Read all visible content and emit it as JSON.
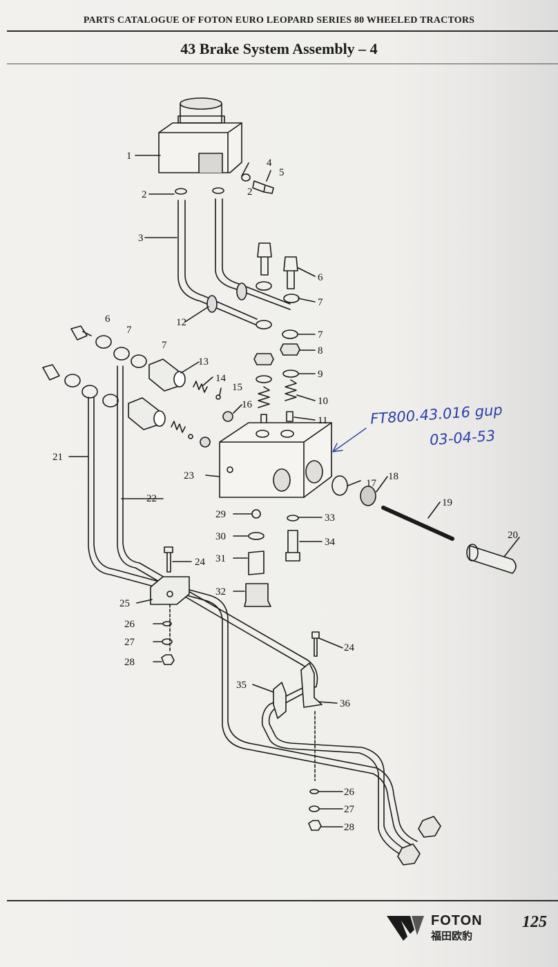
{
  "header": {
    "catalogue_title": "PARTS CATALOGUE OF FOTON EURO LEOPARD SERIES 80 WHEELED TRACTORS",
    "section_title": "43  Brake System Assembly – 4"
  },
  "callouts": [
    {
      "id": "c1",
      "label": "1"
    },
    {
      "id": "c2a",
      "label": "2"
    },
    {
      "id": "c2b",
      "label": "2"
    },
    {
      "id": "c3",
      "label": "3"
    },
    {
      "id": "c4",
      "label": "4"
    },
    {
      "id": "c5",
      "label": "5"
    },
    {
      "id": "c6a",
      "label": "6"
    },
    {
      "id": "c6b",
      "label": "6"
    },
    {
      "id": "c7a",
      "label": "7"
    },
    {
      "id": "c7b",
      "label": "7"
    },
    {
      "id": "c7c",
      "label": "7"
    },
    {
      "id": "c7d",
      "label": "7"
    },
    {
      "id": "c8",
      "label": "8"
    },
    {
      "id": "c9",
      "label": "9"
    },
    {
      "id": "c10",
      "label": "10"
    },
    {
      "id": "c11",
      "label": "11"
    },
    {
      "id": "c12",
      "label": "12"
    },
    {
      "id": "c13",
      "label": "13"
    },
    {
      "id": "c14",
      "label": "14"
    },
    {
      "id": "c15",
      "label": "15"
    },
    {
      "id": "c16",
      "label": "16"
    },
    {
      "id": "c17",
      "label": "17"
    },
    {
      "id": "c18",
      "label": "18"
    },
    {
      "id": "c19",
      "label": "19"
    },
    {
      "id": "c20",
      "label": "20"
    },
    {
      "id": "c21",
      "label": "21"
    },
    {
      "id": "c22",
      "label": "22"
    },
    {
      "id": "c23",
      "label": "23"
    },
    {
      "id": "c24a",
      "label": "24"
    },
    {
      "id": "c24b",
      "label": "24"
    },
    {
      "id": "c25",
      "label": "25"
    },
    {
      "id": "c26a",
      "label": "26"
    },
    {
      "id": "c26b",
      "label": "26"
    },
    {
      "id": "c27a",
      "label": "27"
    },
    {
      "id": "c27b",
      "label": "27"
    },
    {
      "id": "c28a",
      "label": "28"
    },
    {
      "id": "c28b",
      "label": "28"
    },
    {
      "id": "c29",
      "label": "29"
    },
    {
      "id": "c30",
      "label": "30"
    },
    {
      "id": "c31",
      "label": "31"
    },
    {
      "id": "c32",
      "label": "32"
    },
    {
      "id": "c33",
      "label": "33"
    },
    {
      "id": "c34",
      "label": "34"
    },
    {
      "id": "c35",
      "label": "35"
    },
    {
      "id": "c36",
      "label": "36"
    }
  ],
  "handwritten": {
    "line1": "FT800.43.016 gup",
    "line2": "03-04-53"
  },
  "footer": {
    "brand": "FOTON",
    "brand_cn": "福田欧豹",
    "page_number": "125"
  },
  "colors": {
    "ink": "#1a1a1a",
    "handwriting": "#2b3fa6"
  }
}
